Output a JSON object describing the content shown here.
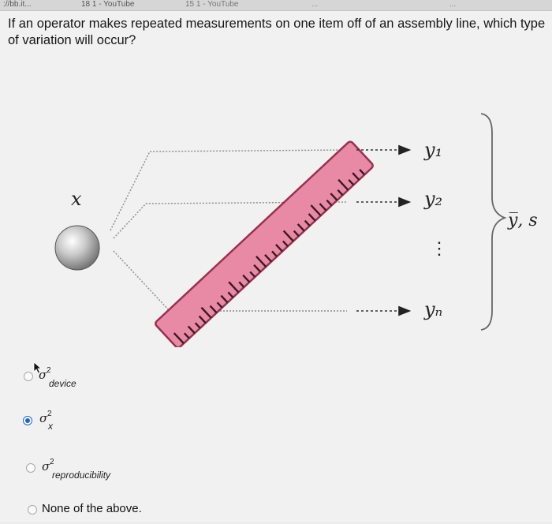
{
  "browser": {
    "tabs": [
      {
        "label": "://bb.it..."
      },
      {
        "label": "18 1 - YouTube"
      },
      {
        "label": "15 1 - YouTube"
      },
      {
        "label": "..."
      },
      {
        "label": "..."
      }
    ]
  },
  "question": {
    "text": "If an operator makes repeated measurements on one item off of an assembly line, which type of variation will occur?"
  },
  "figure": {
    "item_label": "x",
    "readings": [
      "y₁",
      "y₂",
      "⋮",
      "yₙ"
    ],
    "summary": "y̅, s"
  },
  "options": [
    {
      "symbol": "σ",
      "sup": "2",
      "sub": "device",
      "selected": false
    },
    {
      "symbol": "σ",
      "sup": "2",
      "sub": "x",
      "selected": true
    },
    {
      "symbol": "σ",
      "sup": "2",
      "sub": "reproducibility",
      "selected": false
    },
    {
      "text": "None of the above.",
      "selected": false
    }
  ],
  "colors": {
    "ruler_fill": "#e88aa6",
    "ruler_edge": "#b04060",
    "radio_selected": "#1f64cc"
  }
}
